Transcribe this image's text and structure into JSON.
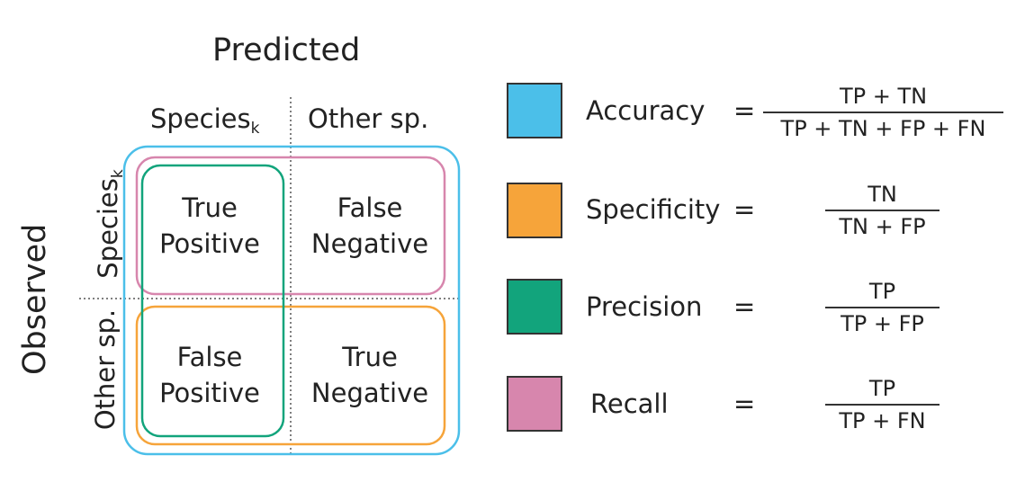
{
  "matrix": {
    "predicted_label": "Predicted",
    "observed_label": "Observed",
    "col_species": "Species",
    "col_species_sub": "k",
    "col_other": "Other sp.",
    "row_species": "Species",
    "row_species_sub": "k",
    "row_other": "Other sp.",
    "cells": {
      "tp": [
        "True",
        "Positive"
      ],
      "fn": [
        "False",
        "Negative"
      ],
      "fp": [
        "False",
        "Positive"
      ],
      "tn": [
        "True",
        "Negative"
      ]
    }
  },
  "colors": {
    "accuracy": "#4bbfe9",
    "specificity": "#f6a43a",
    "precision": "#12a47c",
    "recall": "#d786ad"
  },
  "metrics": [
    {
      "name": "Accuracy",
      "eq": "=",
      "numerator": "TP + TN",
      "denominator": "TP + TN + FP + FN",
      "color_key": "accuracy"
    },
    {
      "name": "Specificity",
      "eq": "=",
      "numerator": "TN",
      "denominator": "TN + FP",
      "color_key": "specificity"
    },
    {
      "name": "Precision",
      "eq": "=",
      "numerator": "TP",
      "denominator": "TP + FP",
      "color_key": "precision"
    },
    {
      "name": "Recall",
      "eq": "=",
      "numerator": "TP",
      "denominator": "TP + FN",
      "color_key": "recall"
    }
  ]
}
